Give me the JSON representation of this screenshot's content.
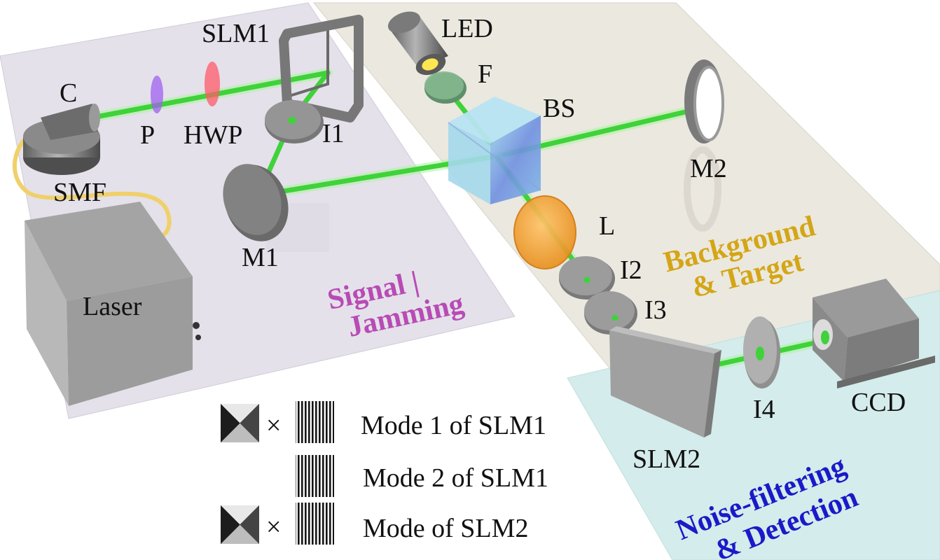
{
  "regions": {
    "signal": {
      "lines": [
        "Signal |",
        "Jamming"
      ],
      "color": "#b84bb4"
    },
    "background": {
      "lines": [
        "Background",
        "& Target"
      ],
      "color": "#d4a616"
    },
    "noise": {
      "lines": [
        "Noise-filtering",
        "& Detection"
      ],
      "color": "#1a1ac8"
    }
  },
  "components": {
    "slm1": "SLM1",
    "led": "LED",
    "f": "F",
    "bs": "BS",
    "c": "C",
    "p": "P",
    "hwp": "HWP",
    "i1": "I1",
    "smf": "SMF",
    "m1": "M1",
    "m2": "M2",
    "l": "L",
    "i2": "I2",
    "i3": "I3",
    "i4": "I4",
    "laser": "Laser",
    "slm2": "SLM2",
    "ccd": "CCD"
  },
  "legend": {
    "row1": "Mode 1 of SLM1",
    "row2": "Mode 2 of SLM1",
    "row3": "Mode of SLM2",
    "times": "×"
  },
  "colors": {
    "beam": "#3fd23a",
    "beam_glow": "#a8f59a",
    "panel_left": "#e4e1ea",
    "panel_middle": "#ebe8df",
    "panel_right": "#d4eceb"
  }
}
